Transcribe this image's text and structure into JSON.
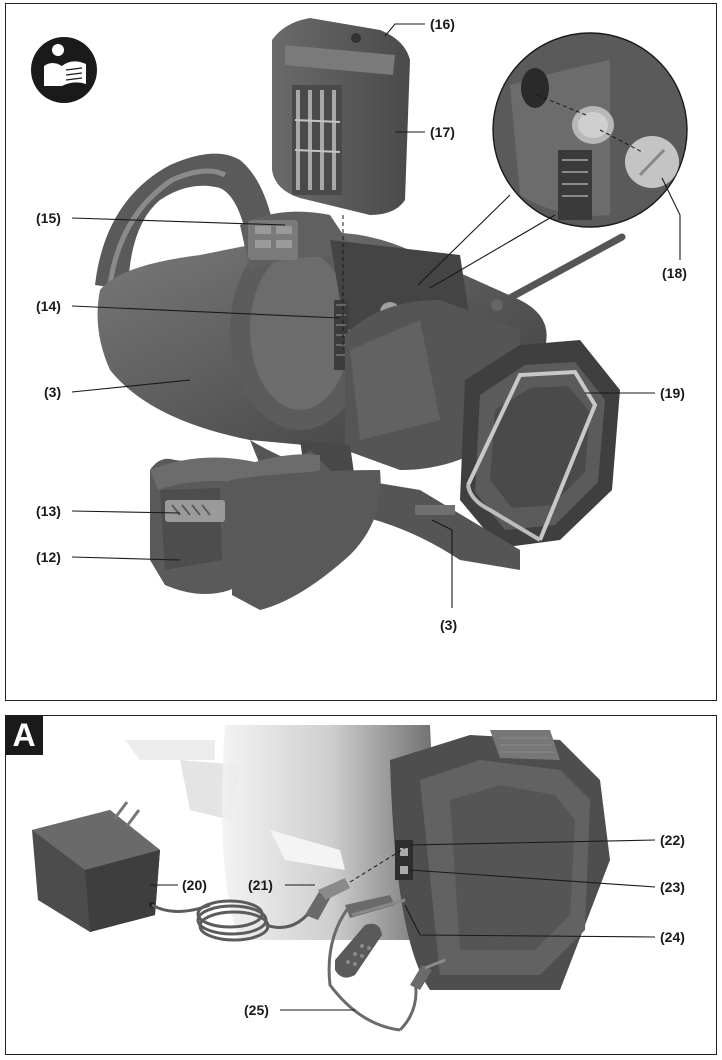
{
  "figure_main": {
    "labels": {
      "l16": "(16)",
      "l17": "(17)",
      "l15": "(15)",
      "l14": "(14)",
      "l3a": "(3)",
      "l13": "(13)",
      "l12": "(12)",
      "l3b": "(3)",
      "l18": "(18)",
      "l19": "(19)"
    }
  },
  "figure_a": {
    "badge": "A",
    "labels": {
      "l20": "(20)",
      "l21": "(21)",
      "l22": "(22)",
      "l23": "(23)",
      "l24": "(24)",
      "l25": "(25)"
    }
  },
  "icons": [
    "read-manual-icon"
  ],
  "colors": {
    "device_dark": "#4a4a4a",
    "device_mid": "#6e6e6e",
    "device_light": "#9a9a9a",
    "ink": "#1a1a1a"
  }
}
